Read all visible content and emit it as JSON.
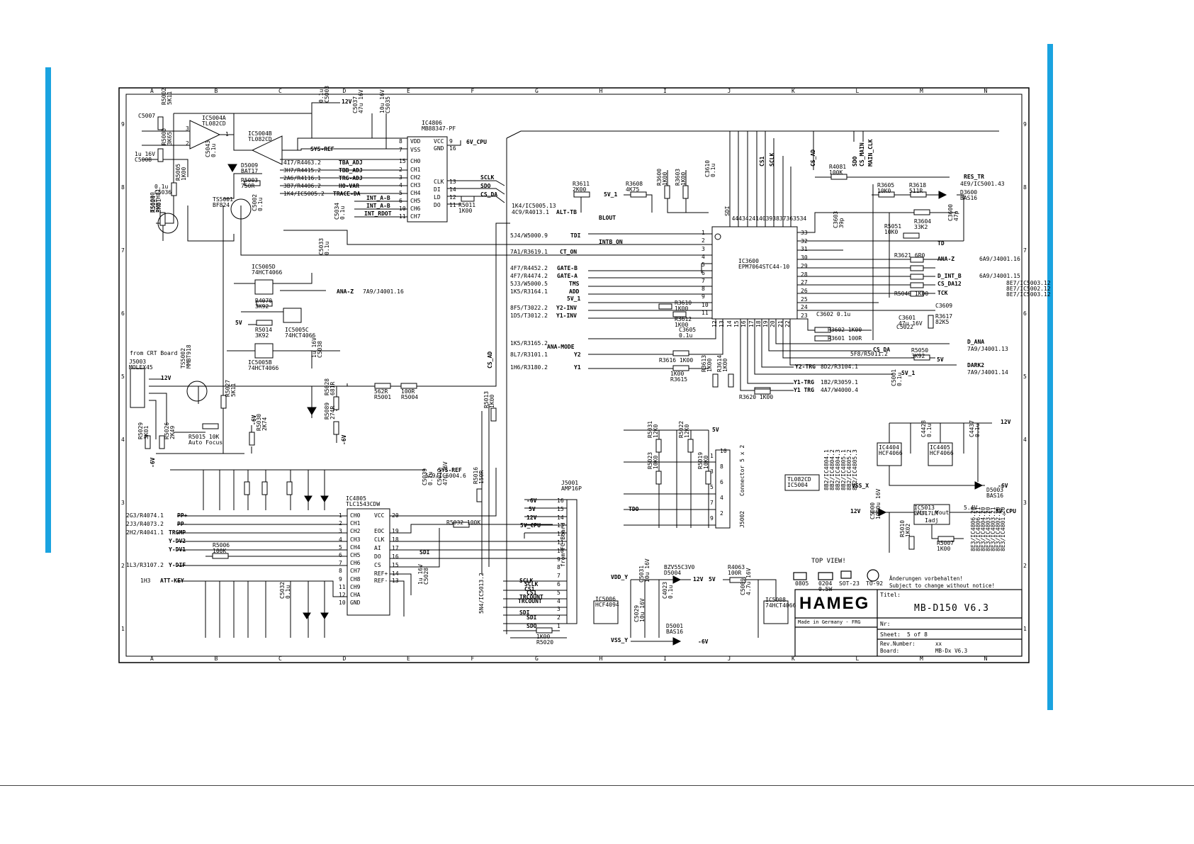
{
  "grid": {
    "cols": [
      "A",
      "B",
      "C",
      "D",
      "E",
      "F",
      "G",
      "H",
      "I",
      "J",
      "K",
      "L",
      "M",
      "N"
    ],
    "rows": [
      "9",
      "8",
      "7",
      "6",
      "5",
      "4",
      "3",
      "2",
      "1"
    ]
  },
  "colors": {
    "accent_bar": "#1aa3e0",
    "ink": "#000000"
  },
  "supplies": {
    "p12v": "12V",
    "m6v": "-6V",
    "p5v": "5V",
    "p6v_cpu": "6V_CPU",
    "p5v_cpu": "5V_CPU",
    "sys_ref": "SYS-REF",
    "p5v_1": "5V_1"
  },
  "components": {
    "ic5004a": [
      "IC5004A",
      "TL082CD"
    ],
    "ic5004b": [
      "IC5004B",
      "TL082CD"
    ],
    "ic4806": [
      "IC4806",
      "MB88347-PF"
    ],
    "ic5005d": [
      "IC5005D",
      "74HCT4066"
    ],
    "ic5005c": [
      "IC5005C",
      "74HCT4066"
    ],
    "ic5005b": [
      "IC5005B",
      "74HCT4066"
    ],
    "ic3600": [
      "IC3600",
      "EPM7064STC44-10"
    ],
    "ic4805": [
      "IC4805",
      "TLC1543CDW"
    ],
    "j5003": [
      "J5003",
      "MOLEX45"
    ],
    "j5001": [
      "J5001",
      "AMP16P"
    ],
    "ts5001": [
      "TS5001",
      "BF824"
    ],
    "ts5002": [
      "TS5002",
      "MMBT918"
    ],
    "ts6000": [
      "TS6000",
      "PMBTH81"
    ],
    "d5009": [
      "D5009",
      "BAT17"
    ],
    "d3600": [
      "D3600",
      "BAS16"
    ],
    "d5003": [
      "D5003",
      "BAS16"
    ],
    "d5004": [
      "BZV55C3V0",
      "D5004"
    ],
    "d5001": [
      "D5001",
      "BAS16"
    ],
    "ic5013": [
      "IC5013",
      "LM317LM"
    ],
    "ic4404": [
      "IC4404",
      "HCF4066"
    ],
    "ic4405": [
      "IC4405",
      "HCF4066"
    ],
    "ic5004_box": [
      "TL082CD",
      "IC5004"
    ],
    "ic5006": [
      "IC5006",
      "HCF4094"
    ],
    "ic5008": [
      "IC5008",
      "74HCT4066"
    ],
    "r5002": [
      "R5002",
      "5K11"
    ],
    "r5000": [
      "R5000",
      "3K65"
    ],
    "r5005": [
      "R5005",
      "1K00"
    ],
    "r5003": [
      "R5003",
      "750R"
    ],
    "r5024": [
      "R5024",
      "3K01"
    ],
    "r4070": [
      "R4070",
      "3K92"
    ],
    "r5014": [
      "R5014",
      "3K92"
    ],
    "r5027": [
      "R5027",
      "5K11"
    ],
    "r5015": [
      "R5015 10K",
      "Auto Focus"
    ],
    "r5029": [
      "R5029",
      "3K01"
    ],
    "r5026": [
      "R5026",
      "2K49"
    ],
    "r5030": [
      "R5030",
      "2K74"
    ],
    "r5028": [
      "R5028",
      "681R"
    ],
    "r5089": [
      "R5089",
      "274R"
    ],
    "r5001": [
      "562R",
      "R5001"
    ],
    "r5004": [
      "100R",
      "R5004"
    ],
    "r5011": [
      "R5011",
      "1K00"
    ],
    "r5013": [
      "R5013",
      "1K00"
    ],
    "r5016": [
      "R5016",
      "150R"
    ],
    "r5032": [
      "R5032 100K"
    ],
    "r5006": [
      "R5006",
      "100K"
    ],
    "r5020": [
      "1K00",
      "R5020"
    ],
    "r3611": [
      "R3611",
      "2K00"
    ],
    "r3608": [
      "R3608",
      "4K75"
    ],
    "r3600": [
      "R3600",
      "1K00"
    ],
    "r3603": [
      "R3603",
      "1K00"
    ],
    "r4081": [
      "R4081",
      "100K"
    ],
    "r3605": [
      "R3605",
      "10K0"
    ],
    "r3618": [
      "R3618",
      "511R"
    ],
    "r3604": [
      "R3604",
      "33K2"
    ],
    "r5051": [
      "R5051",
      "10K0"
    ],
    "r3621": [
      "R3621 6R0"
    ],
    "r5040": [
      "R5040 1K00"
    ],
    "r3617": [
      "R3617",
      "82K5"
    ],
    "r3602": [
      "R3602 1K00"
    ],
    "r3601": [
      "R3601 100R"
    ],
    "r5050": [
      "R5050",
      "3K92"
    ],
    "r3610": [
      "R3610",
      "1K00"
    ],
    "r3612": [
      "R3612",
      "1K00"
    ],
    "r3616": [
      "R3616 1K00"
    ],
    "r3615": [
      "1K00",
      "R3615"
    ],
    "r3613": [
      "R3613",
      "1K00"
    ],
    "r3614": [
      "R3614",
      "1K00"
    ],
    "r3620": [
      "R3620 1K00"
    ],
    "r5031": [
      "R5031",
      "12K0"
    ],
    "r5022": [
      "R5022",
      "12K0"
    ],
    "r5023": [
      "R5023",
      "10K0"
    ],
    "r5019": [
      "R5019",
      "10K0"
    ],
    "r4063": [
      "R4063",
      "100R"
    ],
    "r5010": [
      "R5010",
      "1K02"
    ],
    "r5007": [
      "R5007",
      "1K00"
    ],
    "c5007": [
      "C5007"
    ],
    "c5008": [
      "1u 16V",
      "C5008"
    ],
    "c5036": [
      "0.1u",
      "C5036"
    ],
    "c5043": [
      "C5043",
      "0.1u"
    ],
    "c5002": [
      "C5002",
      "0.1u"
    ],
    "c5034": [
      "C5034",
      "0.1u"
    ],
    "c5033": [
      "C5033",
      "0.1u"
    ],
    "c5038": [
      "1u 16V",
      "C5038"
    ],
    "c5003": [
      "0.1u",
      "C5003"
    ],
    "c5037": [
      "C5037",
      "47u 16V"
    ],
    "c5035": [
      "10u 16V",
      "C5035"
    ],
    "c3610": [
      "C3610",
      "0.1u"
    ],
    "c3603": [
      "C3603",
      "39p"
    ],
    "c3600": [
      "C3600",
      "47p"
    ],
    "c3602": [
      "C3602 0.1u"
    ],
    "c3601": [
      "C3601",
      "47u 16V"
    ],
    "c5022": [
      "C5022"
    ],
    "c3609": [
      "C3609"
    ],
    "c3605": [
      "C3605",
      "0.1u"
    ],
    "c5001": [
      "C5001",
      "0.1u"
    ],
    "c4428": [
      "C4428",
      "0.1u"
    ],
    "c4437": [
      "C4437",
      "0.1u"
    ],
    "c5009": [
      "C5009",
      "4.7u 16V"
    ],
    "c4023": [
      "C4023",
      "0.1u"
    ],
    "c5031": [
      "C5031",
      "10u 16V"
    ],
    "c5029": [
      "C5029",
      "10u 16V"
    ],
    "c5000": [
      "C5000",
      "1000u 16V"
    ],
    "c5028": [
      "1u 16V",
      "C5028"
    ],
    "c5032": [
      "C5032",
      "0.1u"
    ],
    "c5012": [
      "C5012",
      "47u 16V"
    ],
    "c5039": [
      "C5039",
      "0.1u"
    ]
  },
  "texts": {
    "from_crt": "from CRT Board",
    "from_fc": "from FC Board",
    "connector": "Connector 5 x 2",
    "j5002": "J5002",
    "top_view": "TOP VIEW!",
    "pkg": [
      "0805",
      "0204\n0.5W",
      "SOT-23",
      "TO-92"
    ],
    "notice1": "Änderungen vorbehalten!",
    "notice2": "Subject to change without notice!",
    "logo": "HAMEG",
    "made_in": "Made in Germany - FRG",
    "titel_label": "Titel:",
    "titel_value": "MB-D150 V6.3",
    "nr_label": "Nr:",
    "sheet_label": "Sheet:",
    "sheet_value": "5 of 8",
    "rev_label": "Rev.Number:",
    "rev_value": "xx",
    "board_label": "Board:",
    "board_value": "MB-Dx V6.3",
    "ref_ana_z_1": "7A9/J4001.16",
    "ref_ana_z_2": "6A9/J4001.16",
    "ref_d_int_b": "6A9/J4001.15",
    "ref_res_tr": "4E9/IC5001.43",
    "ref_d_ana": "7A9/J4001.13",
    "ref_dark2": "7A9/J4001.14",
    "ref_cs_da": "5F8/R5011.2",
    "ref_y2_trg": "8D2/R3104.1",
    "ref_y1_trg": "1B2/R3059.1",
    "ref_y1_trg2": "4A7/W4000.4",
    "sn_ic5013": "5N4/IC5013.2",
    "sc_ic5004": "5C9/IC5004.6",
    "v54": "5.4V"
  },
  "labels": {
    "tba_adj": "TBA_ADJ",
    "tbb_adj": "TBB_ADJ",
    "trg_adj": "TRG-ADJ",
    "ho_var": "HO-VAR",
    "trace_da": "TRACE-DA",
    "int_a_b": "INT_A-B",
    "int_a_b2": "INT_A-B",
    "int_rdot": "INT_RDOT",
    "sclk": "SCLK",
    "sdo": "SDO",
    "cs_da": "CS_DA",
    "alt_tb": "ALT-TB",
    "blout": "BLOUT",
    "tdi": "TDI",
    "int_on": "INTB_ON",
    "ct_on": "CT_ON",
    "gate_b": "GATE-B",
    "gate_a": "GATE-A",
    "tms": "TMS",
    "add": "ADD",
    "y2_inv": "Y2-INV",
    "y1_inv": "Y1-INV",
    "ana_mode": "ANA-MODE",
    "y2": "Y2",
    "y1": "Y1",
    "y2_trg": "Y2-TRG",
    "y1_trg": "Y1 TRG",
    "y1_trg2": "Y1-TRG",
    "res_tr": "RES_TR",
    "td": "TD",
    "ana_z": "ANA-Z",
    "d_int_b": "D_INT_B",
    "cs_da12": "CS_DA12",
    "tck": "TCK",
    "d_ana": "D_ANA",
    "dark2": "DARK2",
    "cs_da2": "CS_DA",
    "pp_plus": "PP+",
    "pp_minus": "PP-",
    "trgmp": "TRGMP",
    "y_dv2": "Y-DV2",
    "y_dv1": "Y-DV1",
    "y_dif": "Y-DIF",
    "att_key": "ATT-KEY",
    "sdi": "SDI",
    "cs1": "CS1",
    "trcount": "TRCOUNT",
    "vdd_y": "VDD_Y",
    "vss_y": "VSS_Y",
    "vss_x": "VSS_X",
    "tdo": "TDO",
    "ana_z2": "ANA-Z",
    "sdi2": "SDI",
    "sclk2": "SCLK",
    "cs1_v": "CS1",
    "sclk_v": "SCLK",
    "cs_ad": "CS_AD",
    "sdo_v": "SDO",
    "cs_main": "CS_MAIN",
    "main_clk": "MAIN_CLK",
    "cs_ad2": "CS_AD",
    "p5v_1": "5V_1"
  },
  "refs_left": {
    "r4463": "4I7/R4463.2",
    "r4415": "3H7/R4415.2",
    "r4116": "2A6/R4116.1",
    "r4406": "3B7/R4406.2",
    "ic5005": "1K4/IC5005.2",
    "r4074": "2G3/R4074.1",
    "r4073": "2J3/R4073.2",
    "r4041": "2H2/R4041.1",
    "r3107": "1L3/R3107.2",
    "att_1h3": "1H3",
    "ic5005_13": "1K4/IC5005.13",
    "r4013": "4C9/R4013.1",
    "w5000_9": "5J4/W5000.9",
    "r3619": "7A1/R3619.1",
    "r4452": "4F7/R4452.2",
    "r4474": "4F7/R4474.2",
    "w5000_5": "5J3/W5000.5",
    "r3164": "1K5/R3164.1",
    "t3022": "8F5/T3022.2",
    "t3012": "1D5/T3012.2",
    "r3165": "1K5/R3165.2",
    "r3101": "8L7/R3101.1",
    "r3180": "1H6/R3180.2"
  },
  "refs_right": {
    "ic5013_1": "8E7/IC5003.12",
    "ic5013_2": "8E7/IC5002.12",
    "ic5013_3": "8E7/IC5003.12",
    "list_a": [
      "8B2/IC4804.1",
      "8B2/IC4804.2",
      "8B2/IC4804.3",
      "8B2/IC4805.1",
      "8B2/IC4805.2",
      "8B2/IC4805.3"
    ],
    "list_b": [
      "8E3/IC4806.20",
      "8E3/IC4806.21",
      "8E3/IC4804.20",
      "8E3/IC4803.20",
      "8E3/IC4803.21",
      "8E3/IC4802.20",
      "8E3/IC4801.20"
    ]
  },
  "pins": {
    "tl082_out": "1",
    "tl082_in": [
      "3",
      "2"
    ],
    "ic4806_left": [
      "VDD",
      "VSS",
      "CH0",
      "CH1",
      "CH2",
      "CH3",
      "CH4",
      "CH5",
      "CH6",
      "CH7"
    ],
    "ic4806_left_nums": [
      "8",
      "7",
      "15",
      "2",
      "3",
      "4",
      "5",
      "6",
      "10",
      "11"
    ],
    "ic4806_right": [
      "VCC",
      "GND",
      "CLK",
      "DI",
      "LD",
      "DO"
    ],
    "ic4806_right_nums": [
      "9",
      "16",
      "13",
      "14",
      "12",
      "11"
    ],
    "ic4805_left": [
      "CH0",
      "CH1",
      "CH2",
      "CH3",
      "CH4",
      "CH5",
      "CH6",
      "CH7",
      "CH8",
      "CH9",
      "CHA",
      "GND"
    ],
    "ic4805_left_nums": [
      "1",
      "2",
      "3",
      "4",
      "5",
      "6",
      "7",
      "8",
      "9",
      "11",
      "12",
      "10"
    ],
    "ic4805_right": [
      "VCC",
      "EOC",
      "CLK",
      "AI",
      "DO",
      "CS",
      "REF+",
      "REF-"
    ],
    "ic4805_right_nums": [
      "20",
      "19",
      "18",
      "17",
      "16",
      "15",
      "14",
      "13"
    ],
    "j5001_nums": [
      "16",
      "15",
      "14",
      "13",
      "12",
      "11",
      "10",
      "9",
      "8",
      "7",
      "6",
      "5",
      "4",
      "3",
      "2",
      "1"
    ],
    "j5001_labels": [
      "-6V",
      "5V",
      "12V",
      "5V_CPU",
      "",
      "",
      "",
      "",
      "",
      "",
      "SCLK",
      "CS1",
      "TRCOUNT",
      "",
      "SDI",
      "SDO"
    ],
    "ic3600_top": [
      "SDI",
      "44",
      "43",
      "42",
      "41",
      "40",
      "39",
      "38",
      "37",
      "36",
      "35",
      "34"
    ],
    "ic3600_right": [
      "33",
      "32",
      "31",
      "30",
      "29",
      "28",
      "27",
      "26",
      "25",
      "24",
      "23"
    ],
    "ic3600_left": [
      "1",
      "2",
      "3",
      "4",
      "5",
      "6",
      "7",
      "8",
      "9",
      "10",
      "11"
    ],
    "ic3600_bottom": [
      "12",
      "13",
      "14",
      "15",
      "16",
      "17",
      "18",
      "19",
      "20",
      "21",
      "22"
    ],
    "j5002_left": [
      "1",
      "3",
      "5",
      "7",
      "9"
    ],
    "j5002_right": [
      "10",
      "8",
      "6",
      "4",
      "2"
    ],
    "ic5013_pins": [
      "Vin",
      "Vout",
      "Iadj"
    ]
  }
}
